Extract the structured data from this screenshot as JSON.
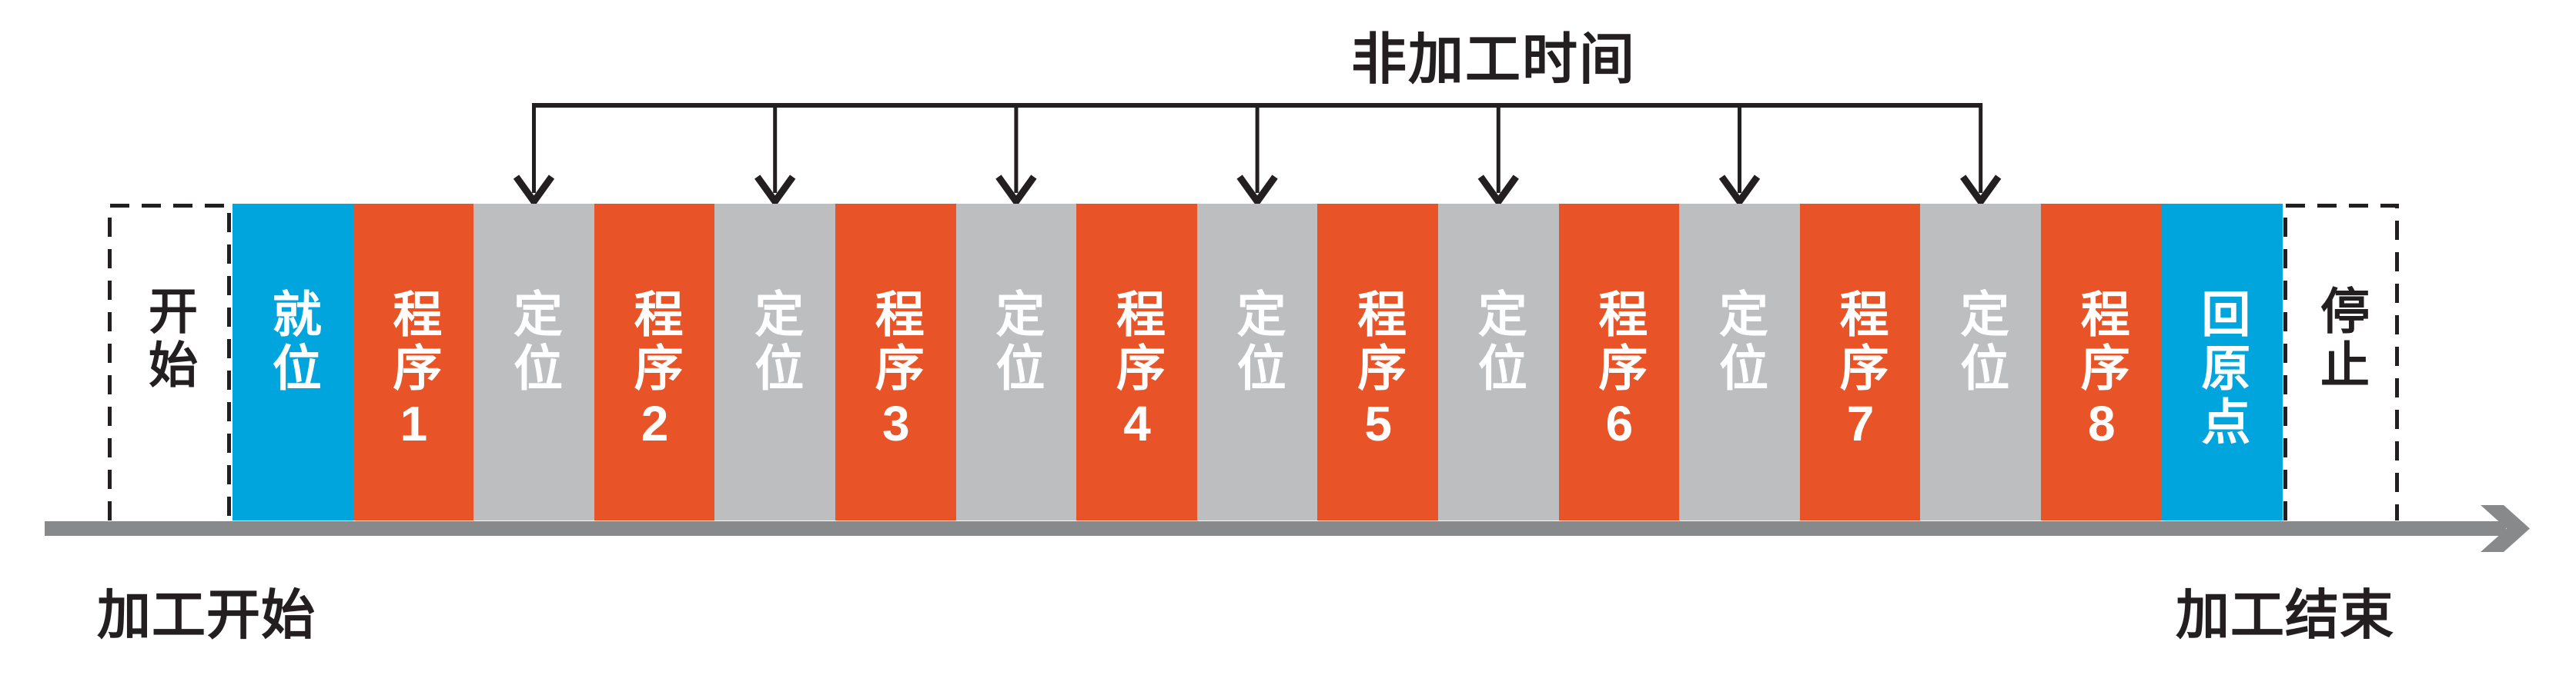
{
  "title": "非加工时间",
  "axis": {
    "start_label": "加工开始",
    "end_label": "加工结束"
  },
  "timeline": {
    "start_label": "开始",
    "stop_label": "停止",
    "blocks": [
      {
        "label": "就位",
        "type": "ready"
      },
      {
        "label": "程序1",
        "type": "program"
      },
      {
        "label": "定位",
        "type": "positioning"
      },
      {
        "label": "程序2",
        "type": "program"
      },
      {
        "label": "定位",
        "type": "positioning"
      },
      {
        "label": "程序3",
        "type": "program"
      },
      {
        "label": "定位",
        "type": "positioning"
      },
      {
        "label": "程序4",
        "type": "program"
      },
      {
        "label": "定位",
        "type": "positioning"
      },
      {
        "label": "程序5",
        "type": "program"
      },
      {
        "label": "定位",
        "type": "positioning"
      },
      {
        "label": "程序6",
        "type": "program"
      },
      {
        "label": "定位",
        "type": "positioning"
      },
      {
        "label": "程序7",
        "type": "program"
      },
      {
        "label": "定位",
        "type": "positioning"
      },
      {
        "label": "程序8",
        "type": "program"
      },
      {
        "label": "回原点",
        "type": "return"
      }
    ]
  },
  "colors": {
    "ready_blue": "#00A5DE",
    "program_orange": "#E85327",
    "positioning_gray": "#BDBEC0",
    "axis_gray": "#87898B",
    "ink_black": "#231F20"
  }
}
